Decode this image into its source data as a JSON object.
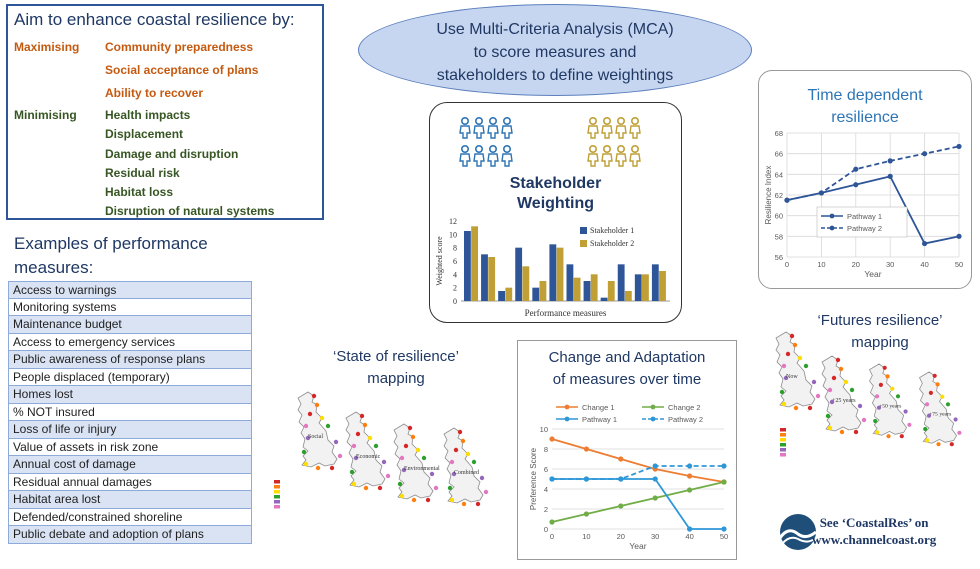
{
  "aims": {
    "title": "Aim to enhance coastal resilience by:",
    "maximising_label": "Maximising",
    "maximising_items": [
      "Community preparedness",
      "Social acceptance of plans",
      "Ability to recover"
    ],
    "minimising_label": "Minimising",
    "minimising_items": [
      "Health impacts",
      "Displacement",
      "Damage and disruption",
      "Residual risk",
      "Habitat loss",
      "Disruption of natural systems"
    ]
  },
  "examples": {
    "title": "Examples of performance measures:",
    "items": [
      "Access to warnings",
      "Monitoring systems",
      "Maintenance budget",
      "Access to emergency services",
      "Public awareness of response plans",
      "People displaced (temporary)",
      "Homes lost",
      "% NOT insured",
      "Loss of life or injury",
      "Value of assets in risk zone",
      "Annual cost of damage",
      "Residual annual damages",
      "Habitat area lost",
      "Defended/constrained shoreline",
      "Public debate and adoption of plans"
    ]
  },
  "mca": {
    "line1": "Use Multi-Criteria Analysis (MCA)",
    "line2": "to score measures and",
    "line3": "stakeholders to define weightings"
  },
  "stakeholder": {
    "title_line1": "Stakeholder",
    "title_line2": "Weighting",
    "colors": {
      "s1": "#2e5597",
      "s2": "#bf9f36"
    },
    "icon_colors": {
      "group1": "#2e75b6",
      "group2": "#bf9f36"
    },
    "chart_data": {
      "type": "bar",
      "title": "",
      "xlabel": "Performance measures",
      "ylabel": "Weighted score",
      "ylim": [
        0,
        12
      ],
      "yticks": [
        0,
        2,
        4,
        6,
        8,
        10,
        12
      ],
      "series": [
        {
          "name": "Stakeholder 1",
          "values": [
            10.5,
            7,
            1.5,
            8,
            2,
            8.5,
            5.5,
            3,
            0.5,
            5.5,
            4,
            5.5
          ]
        },
        {
          "name": "Stakeholder 2",
          "values": [
            11.2,
            6.6,
            2,
            5.2,
            3,
            8,
            3.5,
            4,
            3,
            1.5,
            4,
            4.5
          ]
        }
      ]
    }
  },
  "time_dependent": {
    "title_line1": "Time dependent",
    "title_line2": "resilience",
    "chart_data": {
      "type": "line",
      "xlabel": "Year",
      "ylabel": "Resilience Index",
      "x": [
        0,
        10,
        20,
        30,
        40,
        50
      ],
      "xticks": [
        0,
        10,
        20,
        30,
        40,
        50
      ],
      "yticks": [
        56,
        58,
        60,
        62,
        64,
        66,
        68
      ],
      "ylim": [
        56,
        68
      ],
      "xlim": [
        0,
        50
      ],
      "series": [
        {
          "name": "Pathway 1",
          "values": [
            61.5,
            62.2,
            63,
            63.8,
            57.3,
            58
          ],
          "style": "solid"
        },
        {
          "name": "Pathway 2",
          "values": [
            61.5,
            62.2,
            64.5,
            65.3,
            66,
            66.7
          ],
          "style": "dashed"
        }
      ]
    }
  },
  "change": {
    "title_line1": "Change and Adaptation",
    "title_line2": "of measures over time",
    "chart_data": {
      "type": "line",
      "xlabel": "Year",
      "ylabel": "Preference Score",
      "x": [
        0,
        10,
        20,
        30,
        40,
        50
      ],
      "xticks": [
        0,
        10,
        20,
        30,
        40,
        50
      ],
      "yticks": [
        0,
        2,
        4,
        6,
        8,
        10
      ],
      "ylim": [
        0,
        10
      ],
      "xlim": [
        0,
        50
      ],
      "series": [
        {
          "name": "Change 1",
          "values": [
            9,
            8,
            7,
            6,
            5.3,
            4.7
          ],
          "color": "#ed7d31",
          "style": "solid"
        },
        {
          "name": "Change 2",
          "values": [
            0.7,
            1.5,
            2.3,
            3.1,
            3.9,
            4.7
          ],
          "color": "#70ad47",
          "style": "solid"
        },
        {
          "name": "Pathway 1",
          "values": [
            5,
            5,
            5,
            5,
            0,
            0
          ],
          "color": "#2e97d8",
          "style": "solid"
        },
        {
          "name": "Pathway 2",
          "values": [
            5,
            5,
            5,
            6.3,
            6.3,
            6.3
          ],
          "color": "#2e97d8",
          "style": "dashed"
        }
      ]
    }
  },
  "state_map": {
    "title_line1": "‘State of resilience’",
    "title_line2": "mapping",
    "map_labels": [
      "Social",
      "Economic",
      "Environmental",
      "Combined"
    ]
  },
  "futures_map": {
    "title_line1": "‘Futures resilience’",
    "title_line2": "mapping",
    "map_labels": [
      "Now",
      "+25 years",
      "+50 years",
      "+75 years"
    ]
  },
  "footer": {
    "line1": "See ‘CoastalRes’ on",
    "line2": "www.channelcoast.org"
  }
}
